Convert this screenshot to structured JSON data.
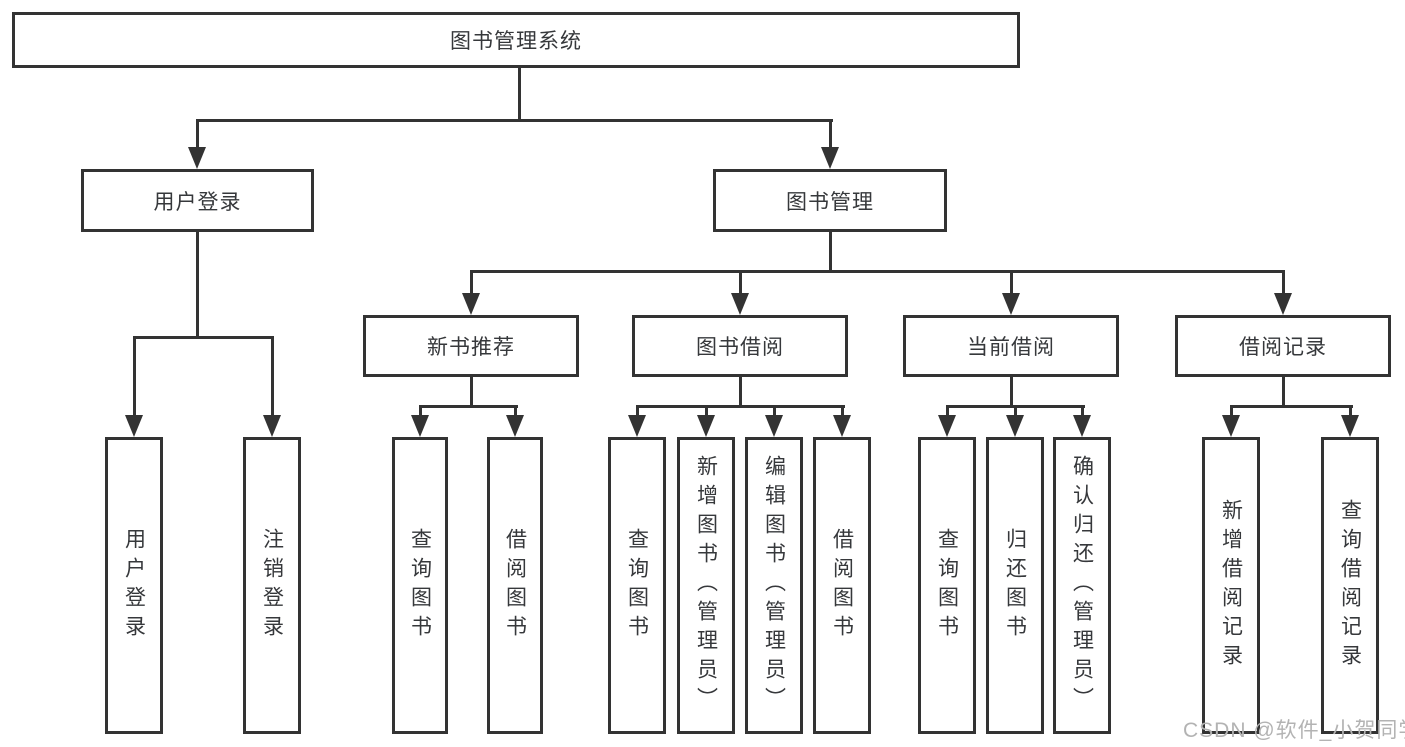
{
  "diagram": {
    "title": "图书管理系统",
    "root": {
      "label": "图书管理系统"
    },
    "level2": [
      {
        "label": "用户登录"
      },
      {
        "label": "图书管理"
      }
    ],
    "level3": [
      {
        "label": "新书推荐",
        "parent": "图书管理"
      },
      {
        "label": "图书借阅",
        "parent": "图书管理"
      },
      {
        "label": "当前借阅",
        "parent": "图书管理"
      },
      {
        "label": "借阅记录",
        "parent": "图书管理"
      }
    ],
    "leaves": [
      {
        "label": "用户登录",
        "parent": "用户登录"
      },
      {
        "label": "注销登录",
        "parent": "用户登录"
      },
      {
        "label": "查询图书",
        "parent": "新书推荐"
      },
      {
        "label": "借阅图书",
        "parent": "新书推荐"
      },
      {
        "label": "查询图书",
        "parent": "图书借阅"
      },
      {
        "label": "新增图书（管理员）",
        "parent": "图书借阅"
      },
      {
        "label": "编辑图书（管理员）",
        "parent": "图书借阅"
      },
      {
        "label": "借阅图书",
        "parent": "图书借阅"
      },
      {
        "label": "查询图书",
        "parent": "当前借阅"
      },
      {
        "label": "归还图书",
        "parent": "当前借阅"
      },
      {
        "label": "确认归还（管理员）",
        "parent": "当前借阅"
      },
      {
        "label": "新增借阅记录",
        "parent": "借阅记录"
      },
      {
        "label": "查询借阅记录",
        "parent": "借阅记录"
      }
    ],
    "colors": {
      "line": "#333333",
      "text": "#36383b",
      "box_background": "#ffffff",
      "watermark": "#b3b3b3"
    }
  },
  "watermark": {
    "text": "CSDN @软件_小贺同学"
  }
}
